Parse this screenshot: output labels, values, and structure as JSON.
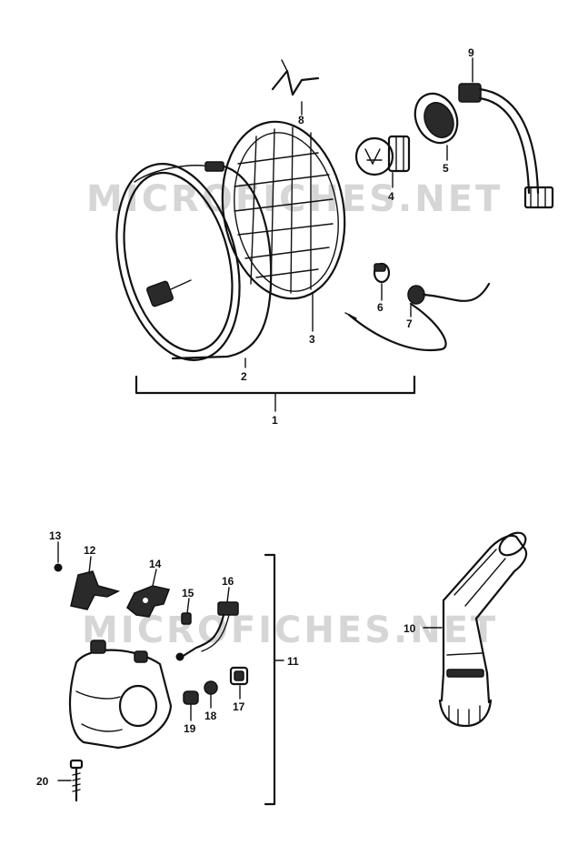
{
  "watermark": {
    "text": "MICROFICHES.NET"
  },
  "callouts": {
    "c1": "1",
    "c2": "2",
    "c3": "3",
    "c4": "4",
    "c5": "5",
    "c6": "6",
    "c7": "7",
    "c8": "8",
    "c9": "9",
    "c10": "10",
    "c11": "11",
    "c12": "12",
    "c13": "13",
    "c14": "14",
    "c15": "15",
    "c16": "16",
    "c17": "17",
    "c18": "18",
    "c19": "19",
    "c20": "20"
  },
  "colors": {
    "ink": "#111111",
    "watermark": "#d6d6d6",
    "paper": "#ffffff"
  }
}
